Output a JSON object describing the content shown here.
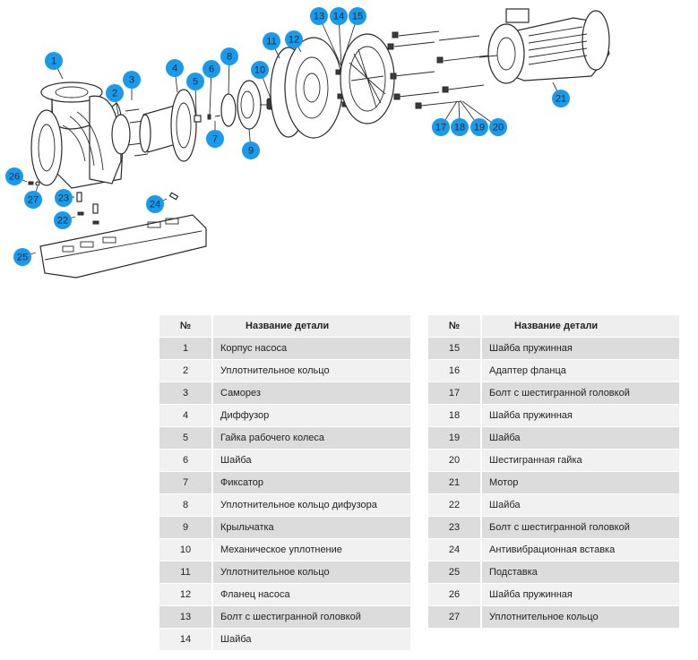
{
  "diagram": {
    "title": "Pump exploded view",
    "callout_color": "#1a9aea",
    "callouts": [
      "1",
      "2",
      "3",
      "4",
      "5",
      "6",
      "7",
      "8",
      "9",
      "10",
      "11",
      "12",
      "13",
      "14",
      "15",
      "17",
      "18",
      "19",
      "20",
      "21",
      "22",
      "23",
      "24",
      "25",
      "26",
      "27"
    ]
  },
  "tables": {
    "header": {
      "num": "№",
      "name": "Название детали"
    },
    "left": [
      {
        "num": "1",
        "name": "Корпус насоса"
      },
      {
        "num": "2",
        "name": "Уплотнительное кольцо"
      },
      {
        "num": "3",
        "name": "Саморез"
      },
      {
        "num": "4",
        "name": "Диффузор"
      },
      {
        "num": "5",
        "name": "Гайка рабочего колеса"
      },
      {
        "num": "6",
        "name": "Шайба"
      },
      {
        "num": "7",
        "name": "Фиксатор"
      },
      {
        "num": "8",
        "name": "Уплотнительное кольцо дифузора"
      },
      {
        "num": "9",
        "name": "Крыльчатка"
      },
      {
        "num": "10",
        "name": "Механическое уплотнение"
      },
      {
        "num": "11",
        "name": "Уплотнительное кольцо"
      },
      {
        "num": "12",
        "name": "Фланец насоса"
      },
      {
        "num": "13",
        "name": "Болт с шестигранной головкой"
      },
      {
        "num": "14",
        "name": "Шайба"
      }
    ],
    "right": [
      {
        "num": "15",
        "name": "Шайба пружинная"
      },
      {
        "num": "16",
        "name": "Адаптер фланца"
      },
      {
        "num": "17",
        "name": "Болт с шестигранной головкой"
      },
      {
        "num": "18",
        "name": "Шайба пружинная"
      },
      {
        "num": "19",
        "name": "Шайба"
      },
      {
        "num": "20",
        "name": "Шестигранная гайка"
      },
      {
        "num": "21",
        "name": "Мотор"
      },
      {
        "num": "22",
        "name": "Шайба"
      },
      {
        "num": "23",
        "name": "Болт с шестигранной головкой"
      },
      {
        "num": "24",
        "name": "Антивибрационная вставка"
      },
      {
        "num": "25",
        "name": "Подставка"
      },
      {
        "num": "26",
        "name": "Шайба пружинная"
      },
      {
        "num": "27",
        "name": "Уплотнительное кольцо"
      }
    ]
  }
}
